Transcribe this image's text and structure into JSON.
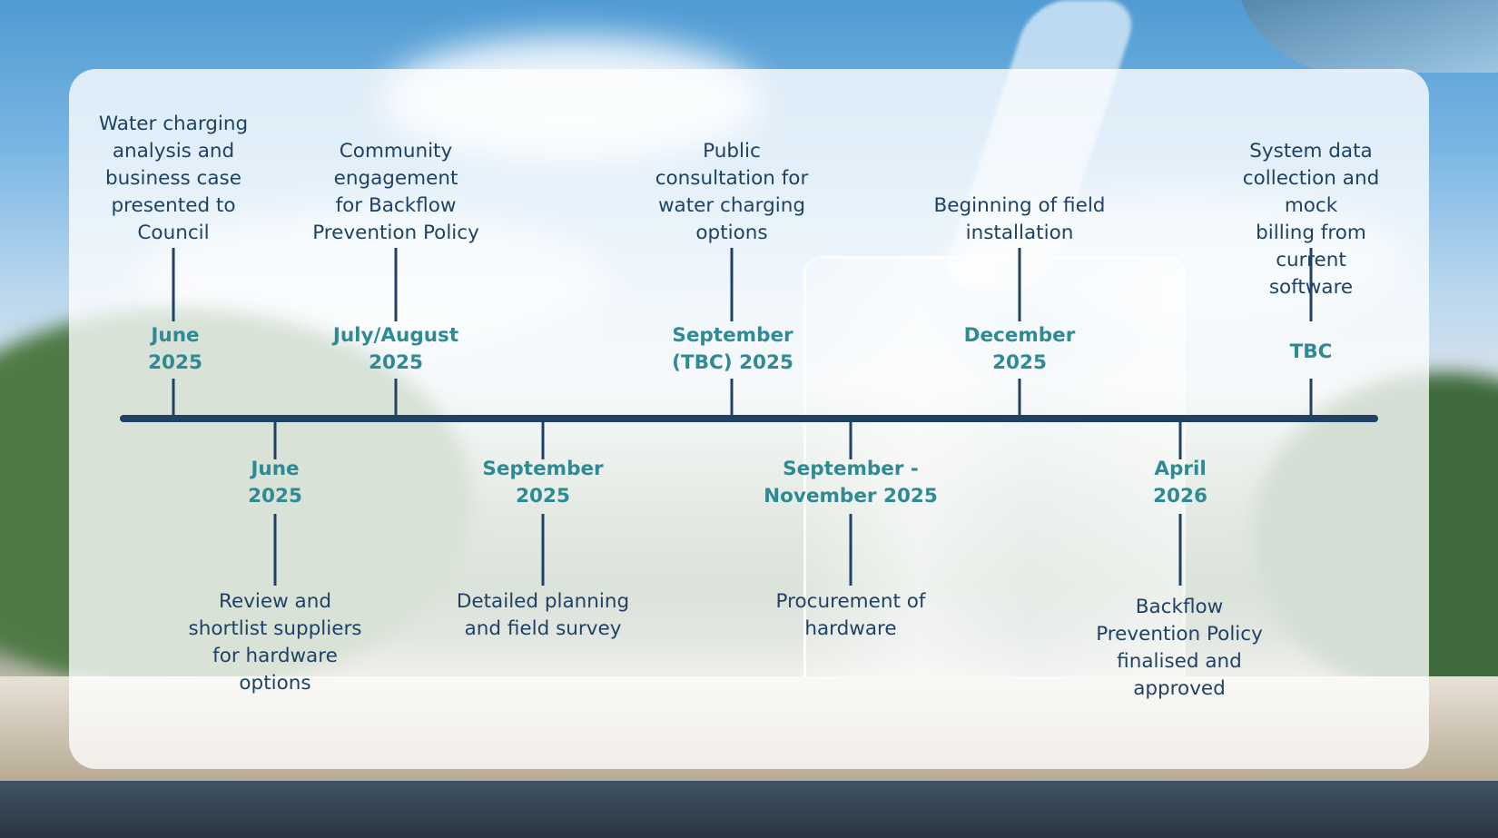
{
  "colors": {
    "primary_text": "#1f4163",
    "date_text": "#2e8a95",
    "timeline_line": "#1f4163"
  },
  "milestones_above": [
    {
      "date": "June\n2025",
      "description": "Water charging\nanalysis and\nbusiness case\npresented to\nCouncil"
    },
    {
      "date": "July/August\n2025",
      "description": "Community\nengagement\nfor Backflow\nPrevention Policy"
    },
    {
      "date": "September\n(TBC) 2025",
      "description": "Public\nconsultation for\nwater charging\noptions"
    },
    {
      "date": "December\n2025",
      "description": "Beginning of field\ninstallation"
    },
    {
      "date": "TBC",
      "description": "System data\ncollection and mock\nbilling from current\nsoftware"
    }
  ],
  "milestones_below": [
    {
      "date": "June\n2025",
      "description": "Review and\nshortlist suppliers\nfor hardware\noptions"
    },
    {
      "date": "September\n2025",
      "description": "Detailed planning\nand field survey"
    },
    {
      "date": "September -\nNovember 2025",
      "description": "Procurement of\nhardware"
    },
    {
      "date": "April\n2026",
      "description": "Backflow\nPrevention Policy\nfinalised and\napproved"
    }
  ]
}
